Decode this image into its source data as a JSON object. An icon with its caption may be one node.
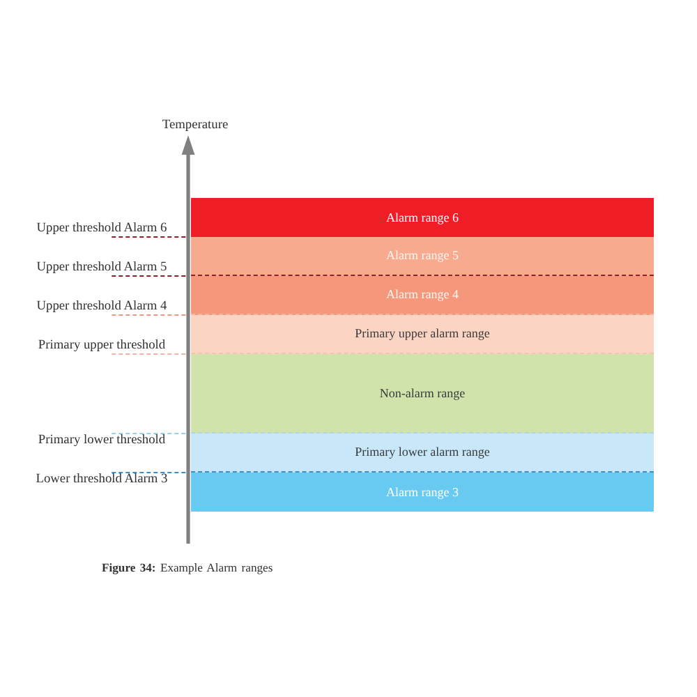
{
  "diagram": {
    "caption": "**Figure 34:** Example Alarm ranges",
    "nodes": [
      {
        "text": [
          "Alarm range 6"
        ]
      },
      {
        "text": [
          "Upper threshold Alarm 6"
        ]
      },
      {
        "text": [
          "Alarm range 5"
        ]
      },
      {
        "text": [
          "Upper threshold Alarm 5"
        ]
      },
      {
        "text": [
          "Alarm range 4"
        ]
      },
      {
        "text": [
          "Upper threshold Alarm 4"
        ]
      },
      {
        "text": [
          "Primary upper alarm range"
        ]
      },
      {
        "text": [
          "Primary upper threshold"
        ]
      },
      {
        "text": [
          "Non-alarm range"
        ]
      },
      {
        "text": [
          "Primary lower threshold"
        ]
      },
      {
        "text": [
          "Primary lower alarm range"
        ]
      },
      {
        "text": [
          "Lower threshold Alarm 3"
        ]
      },
      {
        "text": [
          "Alarm range 3"
        ]
      }
    ],
    "edges": [
      {
        "from": 1,
        "to": null,
        "arrow": "none",
        "style": "dashed",
        "color": "#9b1c22"
      },
      {
        "from": 3,
        "to": null,
        "arrow": "none",
        "style": "dashed",
        "color": "#8e1f24"
      },
      {
        "from": 5,
        "to": null,
        "arrow": "none",
        "style": "dashed",
        "color": "#e99a83"
      },
      {
        "from": 7,
        "to": null,
        "arrow": "none",
        "style": "dashed",
        "color": "#f0b4a0"
      },
      {
        "from": 9,
        "to": null,
        "arrow": "none",
        "style": "dashed",
        "color": "#9ccde9"
      },
      {
        "from": 11,
        "to": null,
        "arrow": "none",
        "style": "dashed",
        "color": "#3f8fc4"
      }
    ],
    "labels": [
      "Temperature"
    ]
  }
}
